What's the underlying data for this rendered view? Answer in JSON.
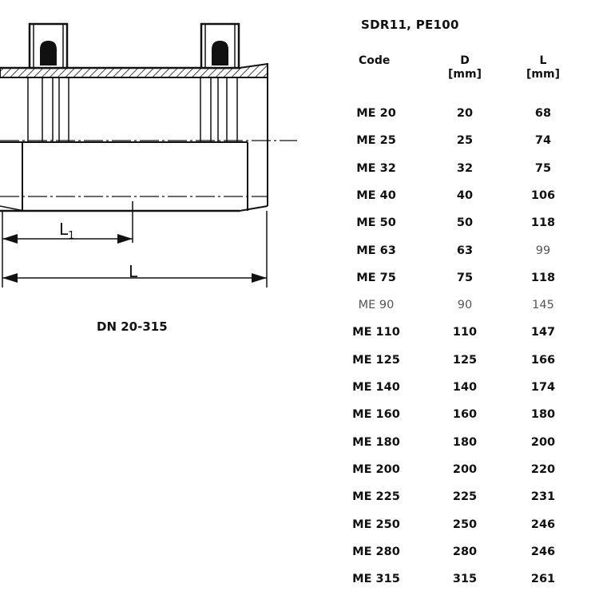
{
  "diagram": {
    "dn_label": "DN 20-315",
    "dim_L1_main": "L",
    "dim_L1_sub": "1",
    "dim_L": "L"
  },
  "spec": {
    "title": "SDR11,  PE100",
    "headers": {
      "code": "Code",
      "d": "D",
      "d_unit": "[mm]",
      "l": "L",
      "l_unit": "[mm]"
    },
    "rows": [
      {
        "code": "ME 20",
        "d": "20",
        "l": "68",
        "light": false,
        "l_light": false
      },
      {
        "code": "ME 25",
        "d": "25",
        "l": "74",
        "light": false,
        "l_light": false
      },
      {
        "code": "ME 32",
        "d": "32",
        "l": "75",
        "light": false,
        "l_light": false
      },
      {
        "code": "ME 40",
        "d": "40",
        "l": "106",
        "light": false,
        "l_light": false
      },
      {
        "code": "ME 50",
        "d": "50",
        "l": "118",
        "light": false,
        "l_light": false
      },
      {
        "code": "ME 63",
        "d": "63",
        "l": "99",
        "light": false,
        "l_light": true
      },
      {
        "code": "ME 75",
        "d": "75",
        "l": "118",
        "light": false,
        "l_light": false
      },
      {
        "code": "ME 90",
        "d": "90",
        "l": "145",
        "light": true,
        "l_light": false
      },
      {
        "code": "ME 110",
        "d": "110",
        "l": "147",
        "light": false,
        "l_light": false
      },
      {
        "code": "ME 125",
        "d": "125",
        "l": "166",
        "light": false,
        "l_light": false
      },
      {
        "code": "ME 140",
        "d": "140",
        "l": "174",
        "light": false,
        "l_light": false
      },
      {
        "code": "ME 160",
        "d": "160",
        "l": "180",
        "light": false,
        "l_light": false
      },
      {
        "code": "ME 180",
        "d": "180",
        "l": "200",
        "light": false,
        "l_light": false
      },
      {
        "code": "ME 200",
        "d": "200",
        "l": "220",
        "light": false,
        "l_light": false
      },
      {
        "code": "ME 225",
        "d": "225",
        "l": "231",
        "light": false,
        "l_light": false
      },
      {
        "code": "ME 250",
        "d": "250",
        "l": "246",
        "light": false,
        "l_light": false
      },
      {
        "code": "ME 280",
        "d": "280",
        "l": "246",
        "light": false,
        "l_light": false
      },
      {
        "code": "ME 315",
        "d": "315",
        "l": "261",
        "light": false,
        "l_light": false
      }
    ]
  }
}
